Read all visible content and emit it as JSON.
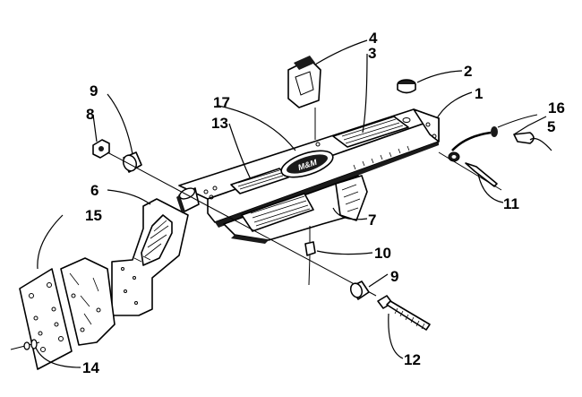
{
  "callouts": {
    "c1": "1",
    "c2": "2",
    "c3": "3",
    "c4": "4",
    "c5": "5",
    "c6": "6",
    "c7": "7",
    "c8": "8",
    "c9a": "9",
    "c9b": "9",
    "c10": "10",
    "c11": "11",
    "c12": "12",
    "c13": "13",
    "c14": "14",
    "c15": "15",
    "c16": "16",
    "c17": "17"
  },
  "decal_text": "M&M",
  "colors": {
    "ink": "#000000",
    "paper": "#ffffff",
    "shade": "#1a1a1a"
  }
}
